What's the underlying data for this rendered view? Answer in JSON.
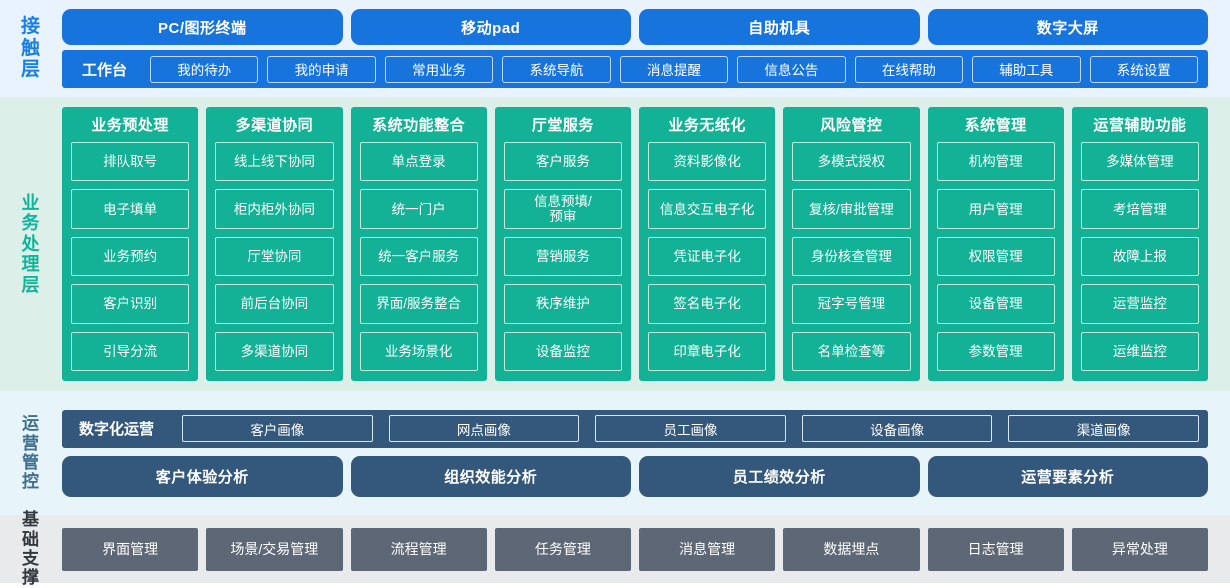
{
  "contact_layer": {
    "side_label": "接触层",
    "channels": [
      "PC/图形终端",
      "移动pad",
      "自助机具",
      "数字大屏"
    ],
    "workbench_title": "工作台",
    "workbench_items": [
      "我的待办",
      "我的申请",
      "常用业务",
      "系统导航",
      "消息提醒",
      "信息公告",
      "在线帮助",
      "辅助工具",
      "系统设置"
    ],
    "colors": {
      "accent": "#1874dd",
      "background": "#e9f3fd",
      "label": "#1a7fe0"
    }
  },
  "business_layer": {
    "side_label": "业务处理层",
    "colors": {
      "accent": "#13b195",
      "background": "#dcefe9",
      "label": "#13b59a"
    },
    "columns": [
      {
        "title": "业务预处理",
        "items": [
          "排队取号",
          "电子填单",
          "业务预约",
          "客户识别",
          "引导分流"
        ]
      },
      {
        "title": "多渠道协同",
        "items": [
          "线上线下协同",
          "柜内柜外协同",
          "厅堂协同",
          "前后台协同",
          "多渠道协同"
        ]
      },
      {
        "title": "系统功能整合",
        "items": [
          "单点登录",
          "统一门户",
          "统一客户服务",
          "界面/服务整合",
          "业务场景化"
        ]
      },
      {
        "title": "厅堂服务",
        "items": [
          "客户服务",
          "信息预填/\n预审",
          "营销服务",
          "秩序维护",
          "设备监控"
        ]
      },
      {
        "title": "业务无纸化",
        "items": [
          "资料影像化",
          "信息交互电子化",
          "凭证电子化",
          "签名电子化",
          "印章电子化"
        ]
      },
      {
        "title": "风险管控",
        "items": [
          "多模式授权",
          "复核/审批管理",
          "身份核查管理",
          "冠字号管理",
          "名单检查等"
        ]
      },
      {
        "title": "系统管理",
        "items": [
          "机构管理",
          "用户管理",
          "权限管理",
          "设备管理",
          "参数管理"
        ]
      },
      {
        "title": "运营辅助功能",
        "items": [
          "多媒体管理",
          "考培管理",
          "故障上报",
          "运营监控",
          "运维监控"
        ]
      }
    ]
  },
  "operations_layer": {
    "side_label": "运营管控",
    "colors": {
      "accent": "#33587c",
      "background": "#e7f4fa",
      "label": "#3f6f8f"
    },
    "portrait_title": "数字化运营",
    "portraits": [
      "客户画像",
      "网点画像",
      "员工画像",
      "设备画像",
      "渠道画像"
    ],
    "analyses": [
      "客户体验分析",
      "组织效能分析",
      "员工绩效分析",
      "运营要素分析"
    ]
  },
  "foundation_layer": {
    "side_label": "基础支撑",
    "colors": {
      "accent": "#5e6775",
      "background": "#e9eaec",
      "label": "#33383f"
    },
    "items": [
      "界面管理",
      "场景/交易管理",
      "流程管理",
      "任务管理",
      "消息管理",
      "数据埋点",
      "日志管理",
      "异常处理"
    ]
  }
}
